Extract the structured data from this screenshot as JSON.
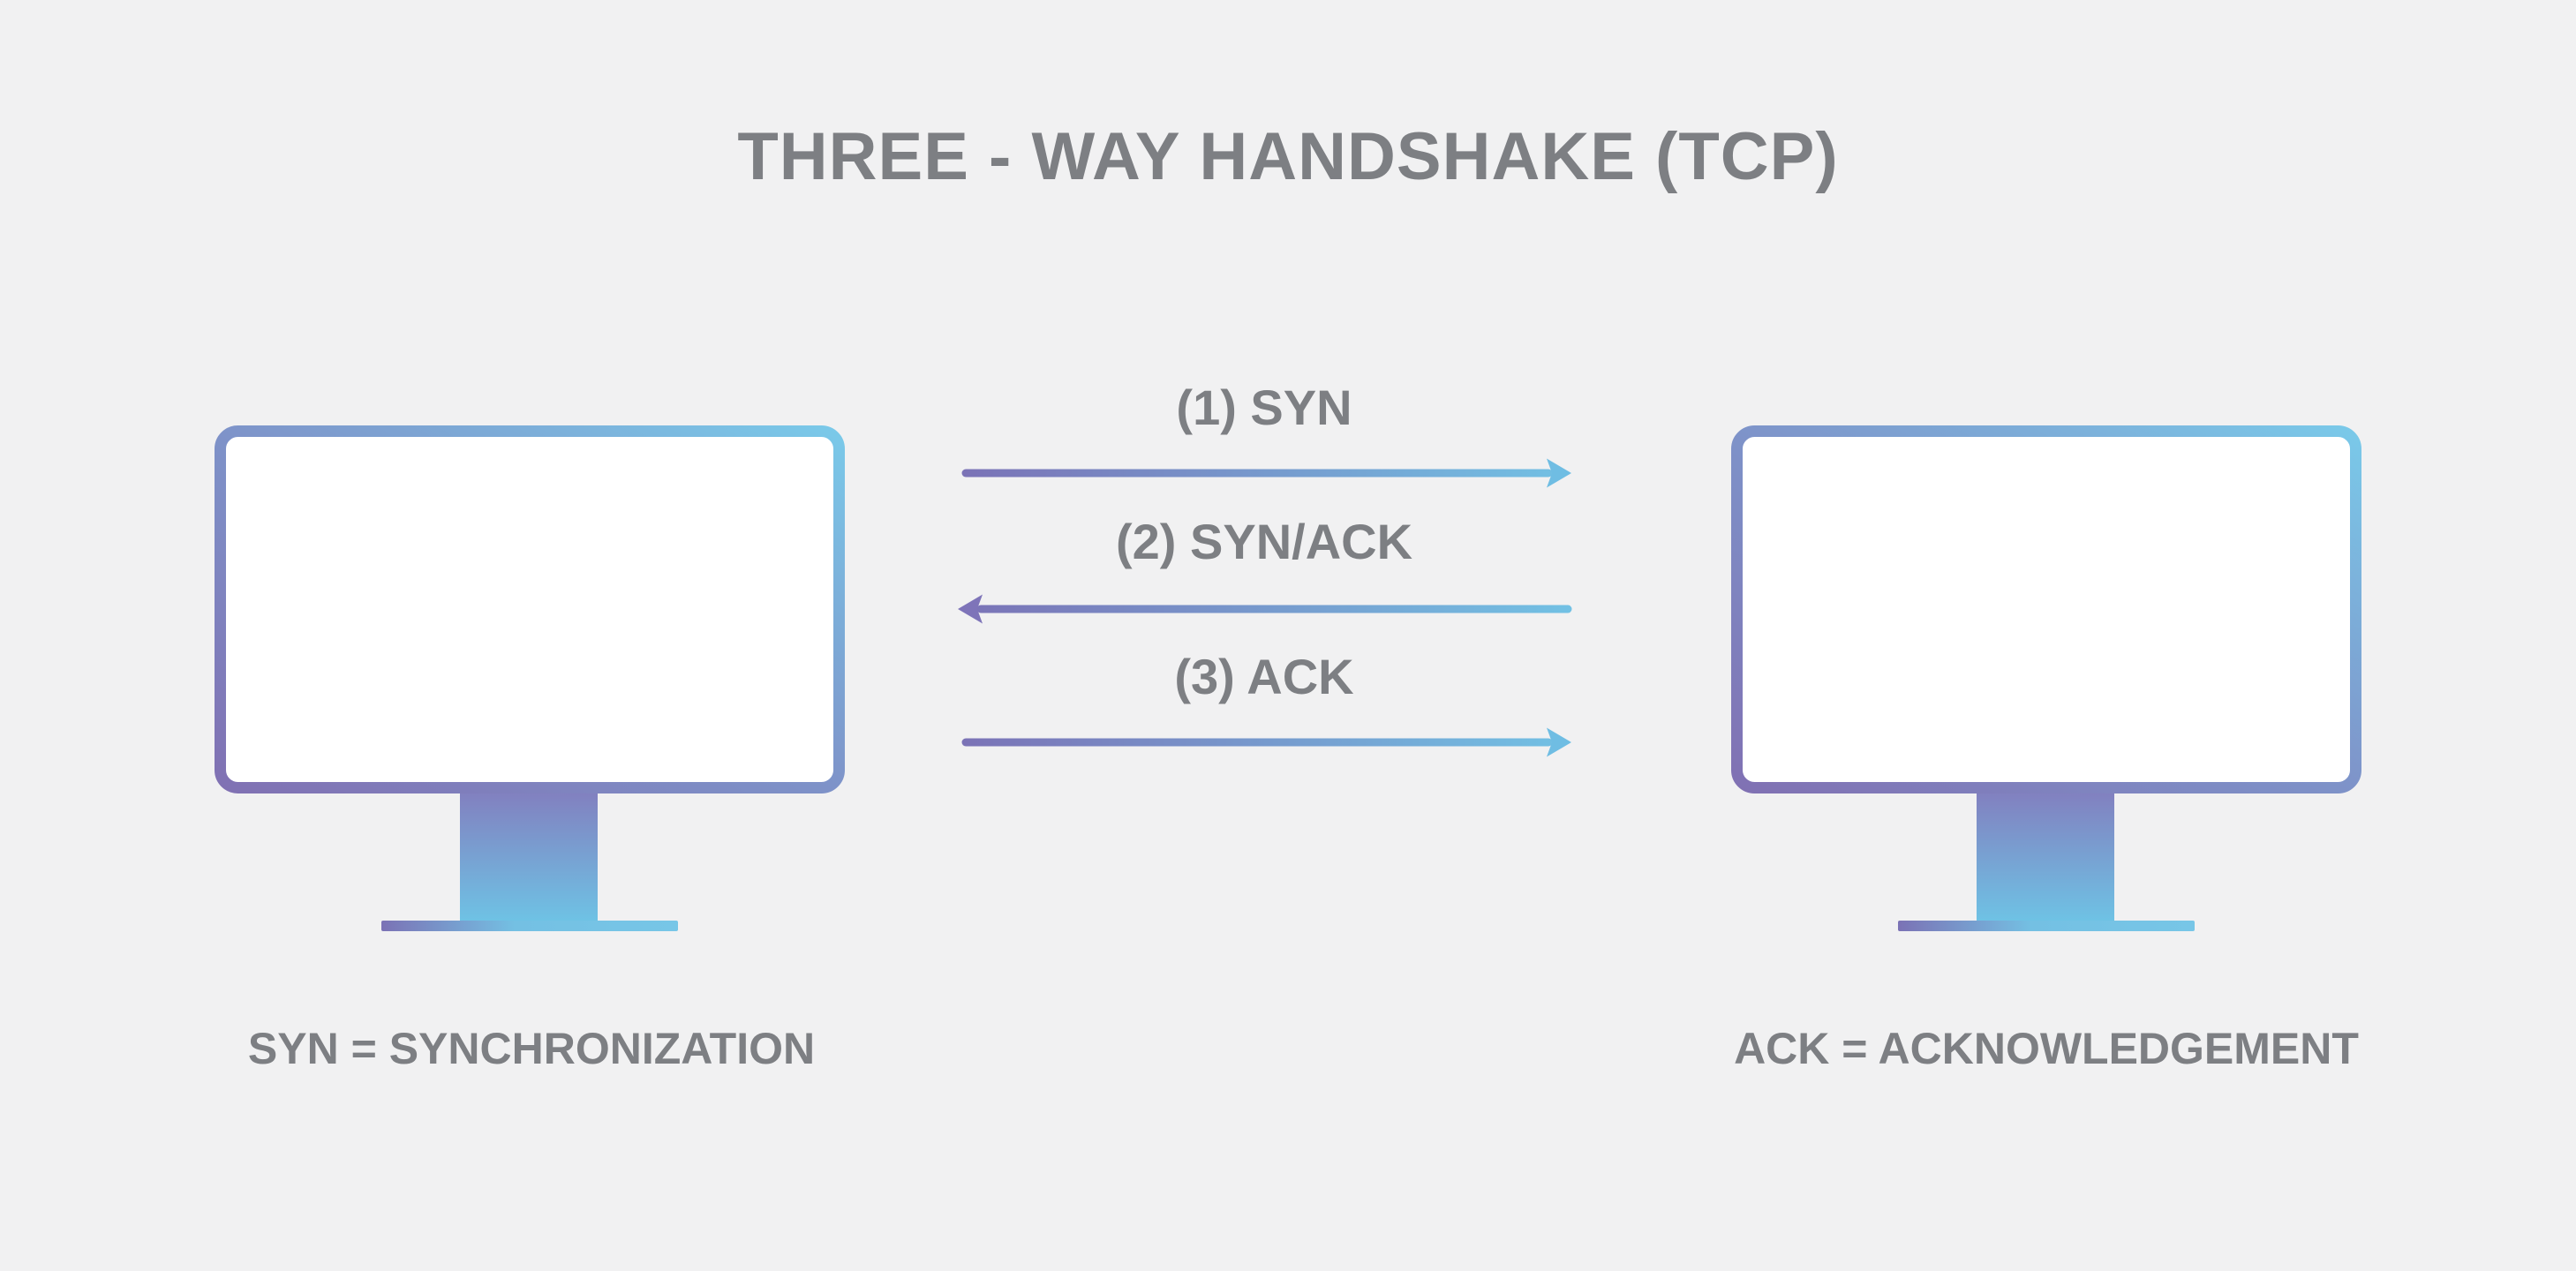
{
  "title": "THREE - WAY HANDSHAKE (TCP)",
  "steps": [
    {
      "number": 1,
      "label": "(1) SYN",
      "direction": "left-to-right"
    },
    {
      "number": 2,
      "label": "(2) SYN/ACK",
      "direction": "right-to-left"
    },
    {
      "number": 3,
      "label": "(3) ACK",
      "direction": "left-to-right"
    }
  ],
  "definitions": {
    "syn": "SYN = SYNCHRONIZATION",
    "ack": "ACK = ACKNOWLEDGEMENT"
  },
  "colors": {
    "background": "#f1f1f2",
    "text_gray": "#7d7f83",
    "gradient_purple": "#8071b3",
    "gradient_periwinkle": "#7e93c9",
    "gradient_sky_blue": "#7ac9e9",
    "arrow_purple": "#7b72b6",
    "arrow_blue": "#72c1e4",
    "screen_white": "#ffffff"
  }
}
